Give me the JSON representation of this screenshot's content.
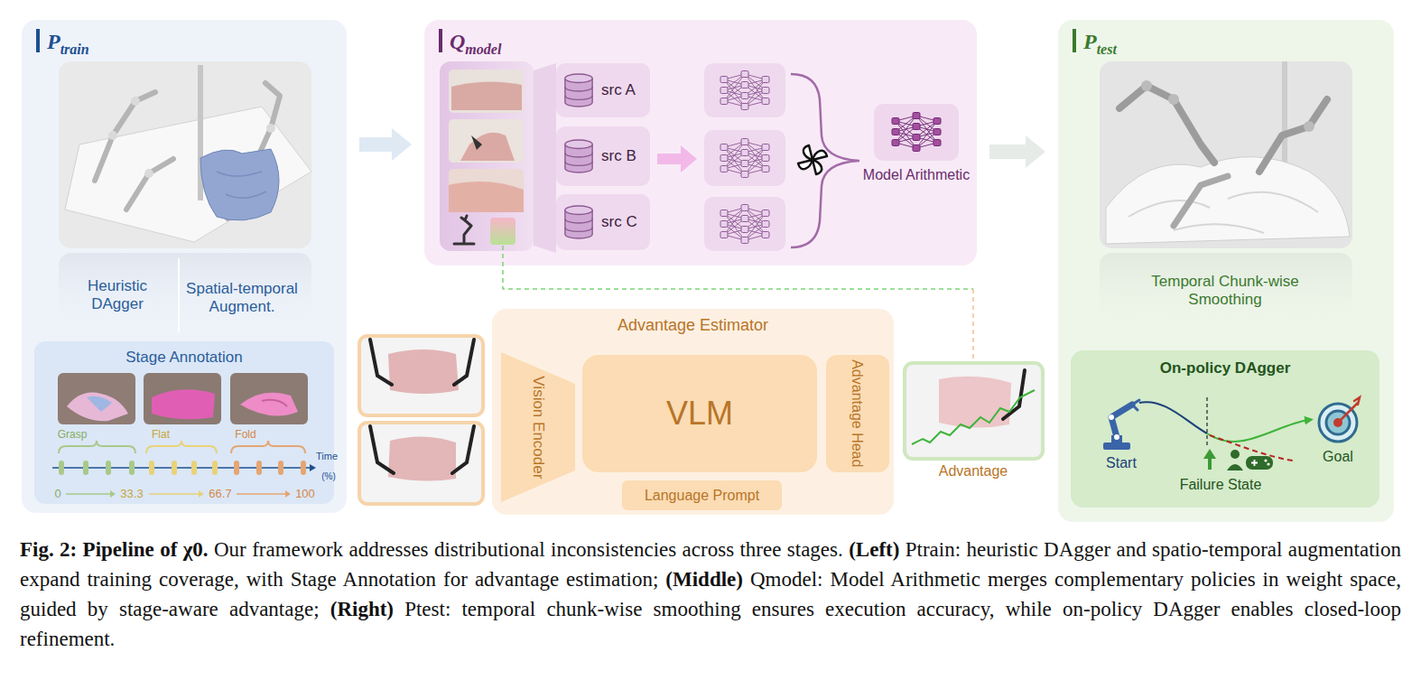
{
  "diagram": {
    "caption": "Fig. 2: Pipeline of χ0. Our framework addresses distributional inconsistencies across three stages. (Left) Ptrain: heuristic DAgger and spatio-temporal augmentation expand training coverage, with Stage Annotation for advantage estimation; (Middle) Qmodel: Model Arithmetic merges complementary policies in weight space, guided by stage-aware advantage; (Right) Ptest: temporal chunk-wise smoothing ensures execution accuracy, while on-policy DAgger enables closed-loop refinement.",
    "nodes": [
      {
        "text": [
          "P",
          "train"
        ]
      },
      {
        "text": [
          "Stage Annotation"
        ],
        "in": 0
      },
      {
        "text": [
          "Q",
          "model"
        ]
      },
      {
        "text": [
          "src A"
        ],
        "in": 2
      },
      {
        "text": [
          "src B"
        ],
        "in": 2
      },
      {
        "text": [
          "src C"
        ],
        "in": 2
      },
      {
        "text": [
          "Model Arithmetic"
        ],
        "in": 2
      },
      {
        "text": [
          "Advantage Estimator"
        ]
      },
      {
        "text": [
          "Vision Encoder"
        ],
        "in": 7
      },
      {
        "text": [
          "VLM"
        ],
        "in": 7
      },
      {
        "text": [
          "Advantage Head"
        ],
        "in": 7
      },
      {
        "text": [
          "Language Prompt"
        ],
        "in": 7
      },
      {
        "text": [
          "P",
          "test"
        ]
      },
      {
        "text": [
          "On-policy DAgger"
        ],
        "in": 12
      }
    ],
    "edges": [
      {
        "from": 0,
        "to": 2,
        "arrow": "to"
      },
      {
        "from": 2,
        "to": 12,
        "arrow": "to"
      }
    ],
    "labels": [
      "Heuristic DAgger",
      "Spatial-temporal Augment.",
      "Grasp",
      "Flat",
      "Fold",
      "Time",
      "(%)",
      "0",
      "33.3",
      "66.7",
      "100",
      "Advantage",
      "Temporal Chunk-wise Smoothing",
      "Start",
      "Failure State",
      "Goal"
    ]
  }
}
